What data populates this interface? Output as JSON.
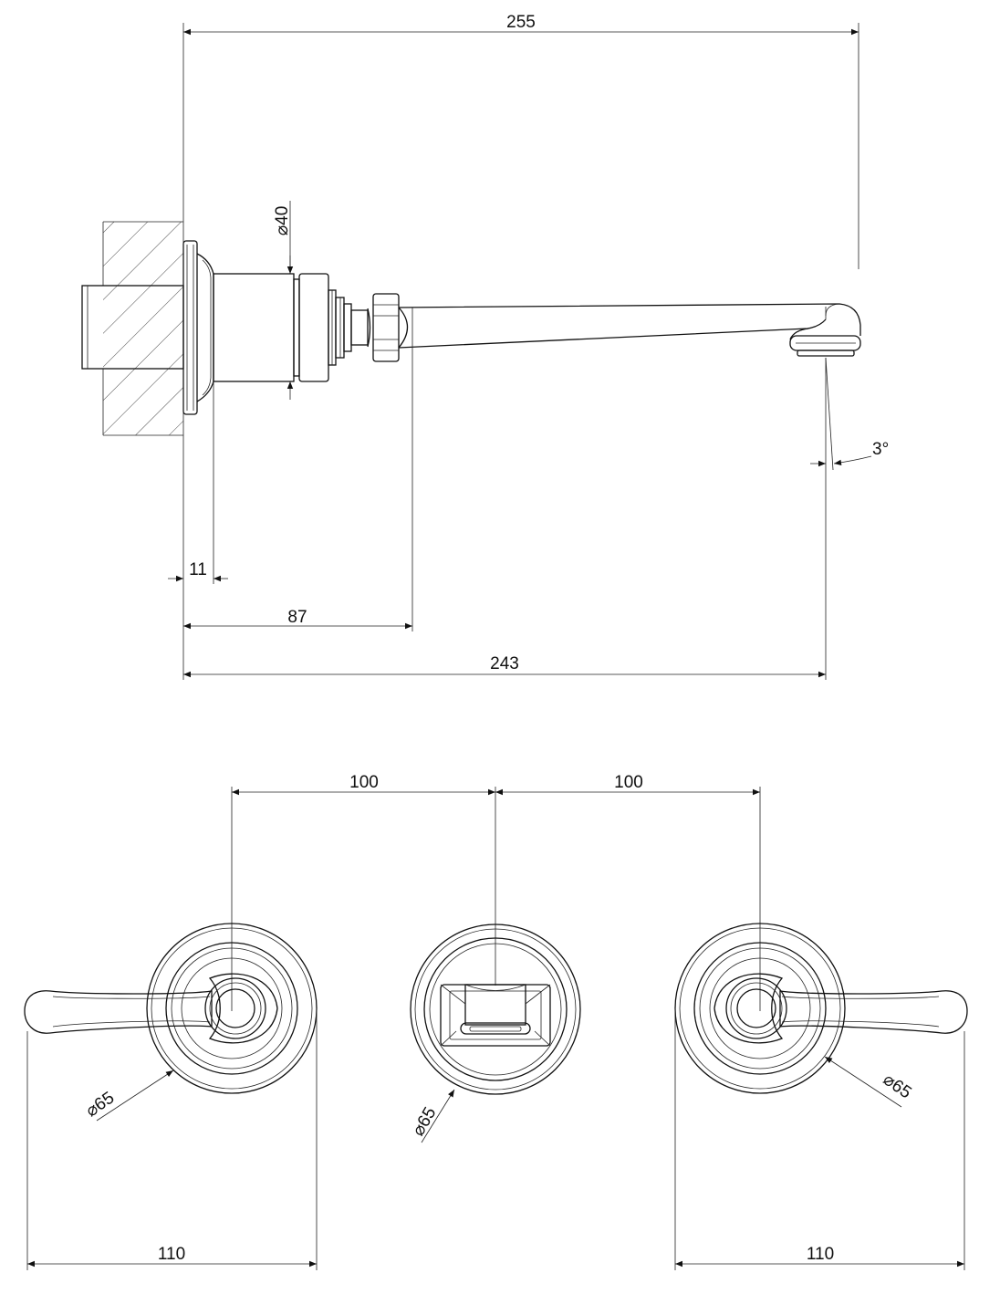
{
  "side_view": {
    "overall_length": "255",
    "body_diameter": "⌀40",
    "spout_angle": "3°",
    "flange_depth": "11",
    "body_length": "87",
    "spout_projection": "243"
  },
  "front_view": {
    "spacing_left": "100",
    "spacing_right": "100",
    "left_handle_rose": "⌀65",
    "spout_rose": "⌀65",
    "right_handle_rose": "⌀65",
    "left_handle_span": "110",
    "right_handle_span": "110"
  },
  "colors": {
    "line": "#111111",
    "background": "#ffffff"
  }
}
